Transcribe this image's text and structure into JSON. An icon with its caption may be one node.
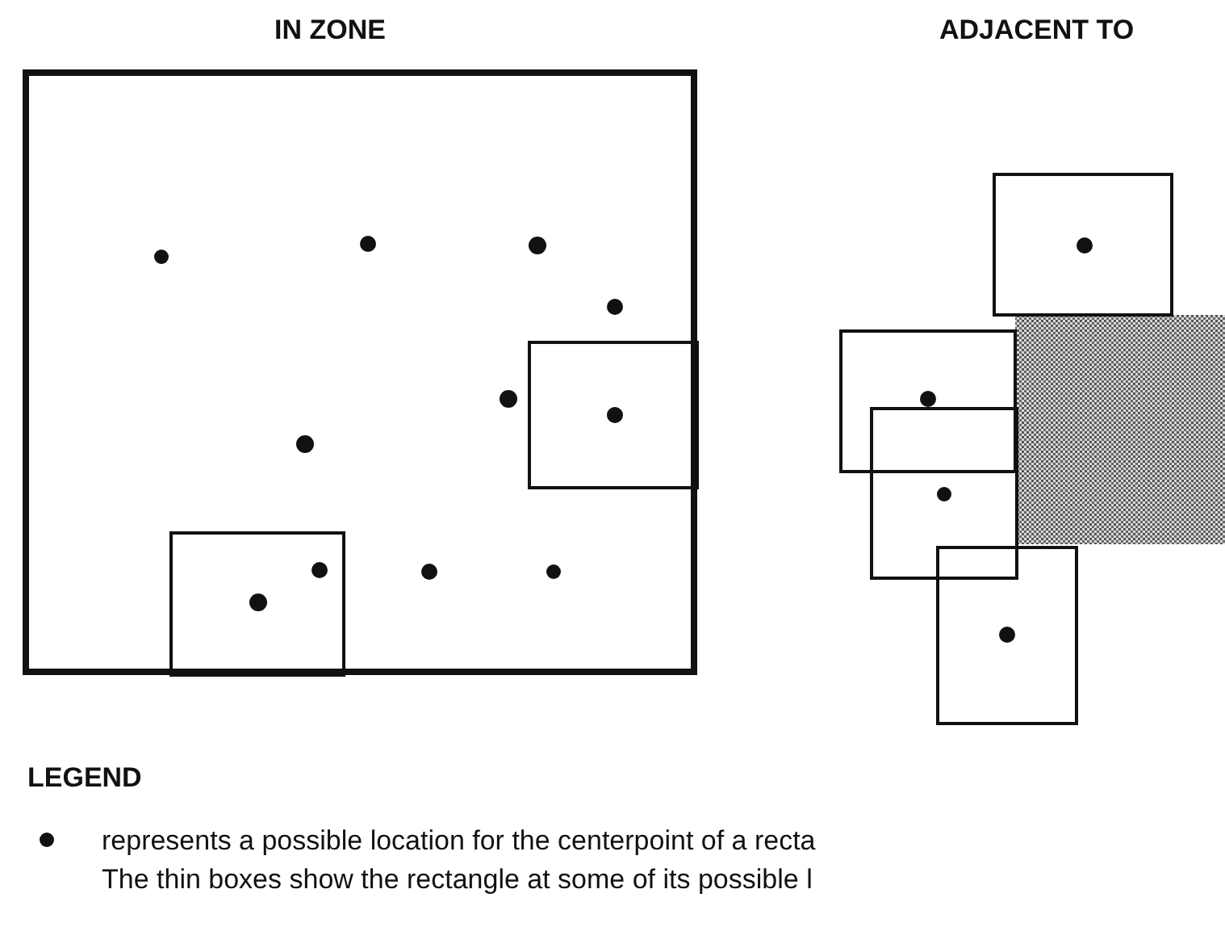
{
  "diagram": {
    "nodes": [
      {
        "text": [],
        "shape": "box"
      },
      {
        "text": [],
        "shape": "box"
      }
    ],
    "labels": [
      "IN ZONE",
      "ADJACENT TO",
      "LEGEND",
      "The thin boxes show the rectangle at some of its possible l"
    ],
    "legend": [
      {
        "text": "represents a possible location for the centerpoint of a recta"
      }
    ]
  }
}
